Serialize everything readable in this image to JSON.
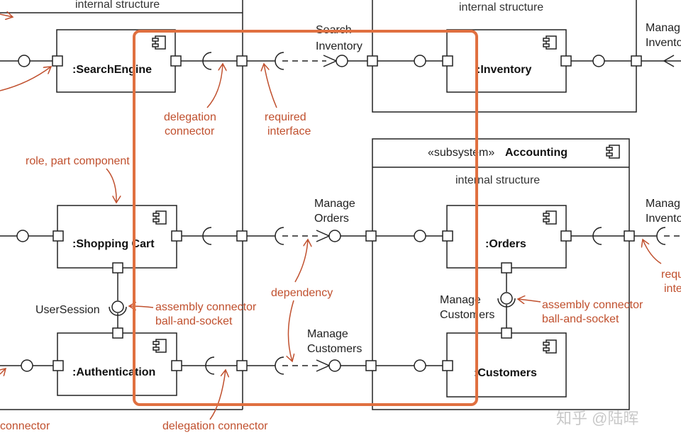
{
  "diagram": {
    "structure_labels": {
      "top_left": "internal structure",
      "top_right": "internal structure",
      "accounting": "internal structure"
    },
    "subsystem": {
      "stereotype": "«subsystem»",
      "name": "Accounting"
    },
    "components": {
      "search_engine": ":SearchEngine",
      "inventory": ":Inventory",
      "shopping_cart": ":Shopping Cart",
      "authentication": ":Authentication",
      "orders": ":Orders",
      "customers": ":Customers"
    },
    "interfaces": {
      "search_inventory_1": "Search",
      "search_inventory_2": "Inventory",
      "manage_orders_1": "Manage",
      "manage_orders_2": "Orders",
      "manage_customers_1": "Manage",
      "manage_customers_2": "Customers",
      "user_session": "UserSession",
      "manage_customers_inner_1": "Manage",
      "manage_customers_inner_2": "Customers",
      "manage_inv_top_1": "Manag",
      "manage_inv_top_2": "Invento",
      "manage_inv_mid_1": "Manag",
      "manage_inv_mid_2": "Invento"
    },
    "annotations": {
      "delegation_connector_1": "delegation",
      "delegation_connector_2": "connector",
      "required_interface_1": "required",
      "required_interface_2": "interface",
      "role_part": "role, part component",
      "dependency": "dependency",
      "assembly_left_1": "assembly connector",
      "assembly_left_2": "ball-and-socket",
      "assembly_right_1": "assembly connector",
      "assembly_right_2": "ball-and-socket",
      "delegation_bottom": "delegation connector",
      "connector_bottom_left": "connector",
      "requ_right_1": "requ",
      "requ_right_2": "inte"
    },
    "watermark": "知乎 @陆晖"
  },
  "colors": {
    "line": "#222222",
    "annotation": "#c0502e",
    "highlight": "#e07040"
  }
}
